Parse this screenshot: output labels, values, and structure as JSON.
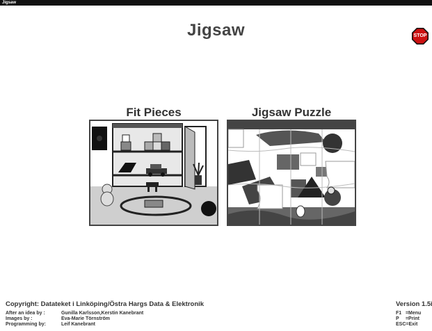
{
  "window": {
    "title": "Jigsaw"
  },
  "header": {
    "title": "Jigsaw",
    "stop_label": "STOP"
  },
  "choices": [
    {
      "label": "Fit Pieces"
    },
    {
      "label": "Jigsaw Puzzle"
    }
  ],
  "footer": {
    "copyright": "Copyright: Datateket i Linköping/Östra Hargs Data & Elektronik",
    "credits": [
      {
        "key": "After an idea by :",
        "value": "Gunilla Karlsson,Kerstin Kanebrant"
      },
      {
        "key": "Images by        :",
        "value": "Eva-Marie Törnström"
      },
      {
        "key": "Programming by:",
        "value": "Leif Kanebrant"
      }
    ],
    "version": "Version 1.5i",
    "keys": [
      {
        "key": "F1",
        "value": "=Menu"
      },
      {
        "key": "P",
        "value": "=Print"
      },
      {
        "key": "ESC",
        "value": "=Exit"
      }
    ]
  },
  "colors": {
    "accent": "#cc1111",
    "frame": "#444444",
    "background": "#ffffff"
  },
  "icons": {
    "stop": "stop-sign-icon"
  }
}
